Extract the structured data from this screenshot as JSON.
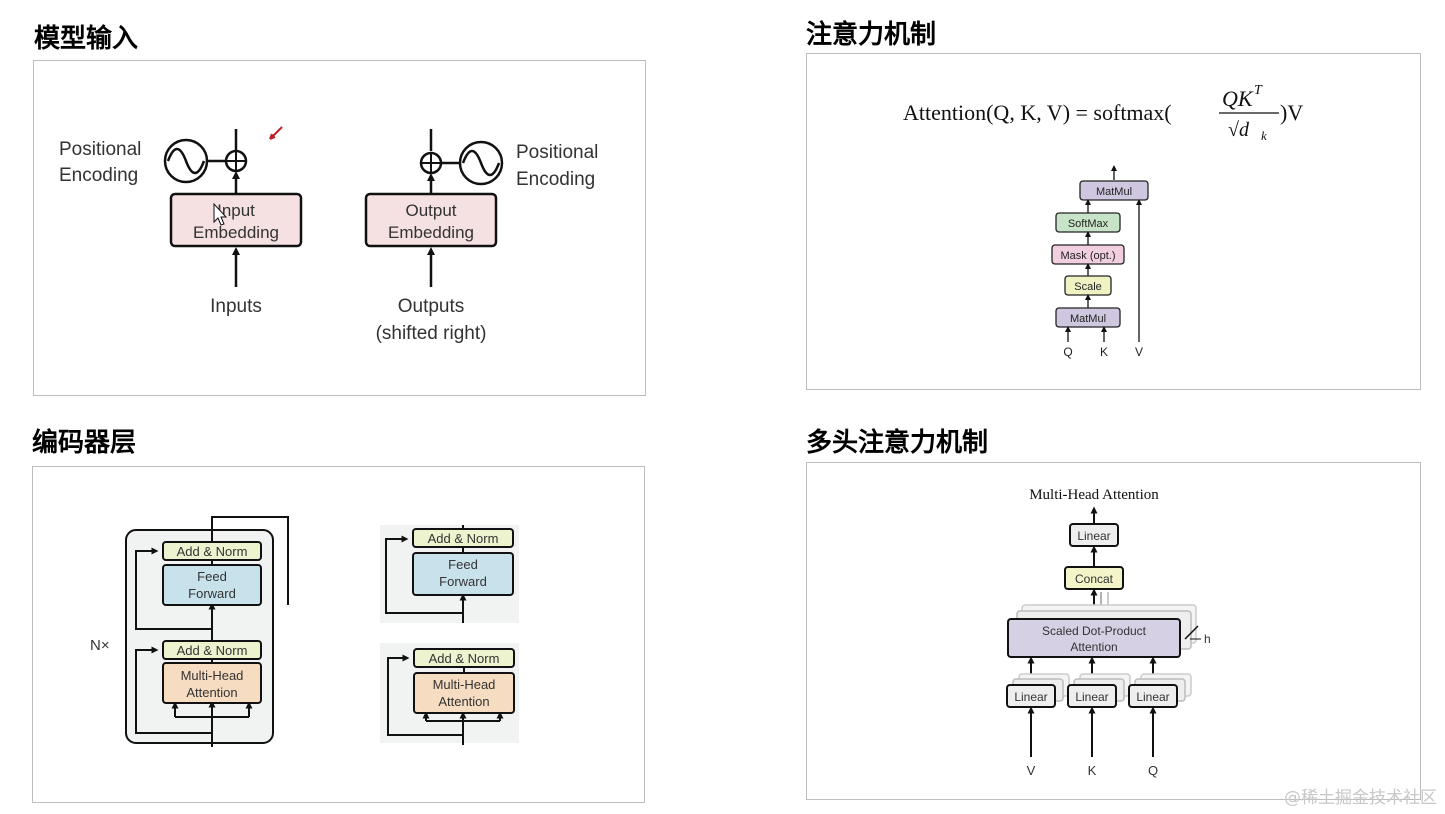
{
  "sections": {
    "input": {
      "title": "模型输入",
      "left_pe_line1": "Positional",
      "left_pe_line2": "Encoding",
      "input_emb_line1": "Input",
      "input_emb_line2": "Embedding",
      "inputs_label": "Inputs",
      "output_emb_line1": "Output",
      "output_emb_line2": "Embedding",
      "right_pe_line1": "Positional",
      "right_pe_line2": "Encoding",
      "outputs_line1": "Outputs",
      "outputs_line2": "(shifted right)"
    },
    "attention": {
      "title": "注意力机制",
      "formula_lhs": "Attention(Q, K, V) = softmax(",
      "formula_num": "QK",
      "formula_sup": "T",
      "formula_den": "√d",
      "formula_sub": "k",
      "formula_rhs": ")V",
      "blocks": {
        "matmul_top": "MatMul",
        "softmax": "SoftMax",
        "mask": "Mask (opt.)",
        "scale": "Scale",
        "matmul_bottom": "MatMul"
      },
      "inputs": [
        "Q",
        "K",
        "V"
      ]
    },
    "encoder": {
      "title": "编码器层",
      "nx": "N×",
      "add_norm": "Add & Norm",
      "ff_line1": "Feed",
      "ff_line2": "Forward",
      "mha_line1": "Multi-Head",
      "mha_line2": "Attention"
    },
    "multihead": {
      "title": "多头注意力机制",
      "diagram_title": "Multi-Head Attention",
      "linear": "Linear",
      "concat": "Concat",
      "sdpa_line1": "Scaled Dot-Product",
      "sdpa_line2": "Attention",
      "h": "h",
      "inputs": [
        "V",
        "K",
        "Q"
      ]
    }
  },
  "watermark": "@稀土掘金技术社区",
  "colors": {
    "embedding": "#f5e1e2",
    "matmul": "#cfc7df",
    "softmax": "#c8e4c8",
    "mask": "#f2cfe0",
    "scale": "#f0f2c4",
    "add_norm": "#eef3cf",
    "feed_forward": "#c8e2ec",
    "mha": "#f6dcc0",
    "linear": "#eeeeee",
    "concat": "#f3f5c8",
    "sdpa": "#d6d0e4",
    "encoder_bg": "#f1f2f2"
  }
}
